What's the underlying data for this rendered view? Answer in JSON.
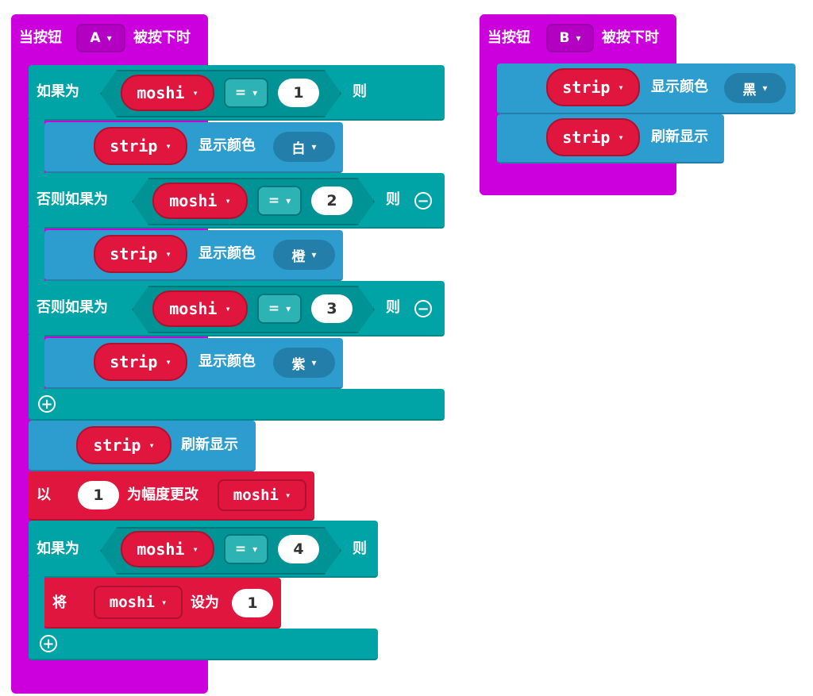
{
  "eventA": {
    "label_prefix": "当按钮",
    "button": "A",
    "label_suffix": "被按下时"
  },
  "eventB": {
    "label_prefix": "当按钮",
    "button": "B",
    "label_suffix": "被按下时"
  },
  "kw": {
    "if": "如果为",
    "then": "则",
    "elseif": "否则如果为",
    "show_color": "显示颜色",
    "refresh": "刷新显示",
    "change_by": "以",
    "change_mid": "为幅度更改",
    "set": "将",
    "set_to": "设为",
    "eq": "="
  },
  "vars": {
    "moshi": "moshi",
    "strip": "strip"
  },
  "values": {
    "v1": "1",
    "v2": "2",
    "v3": "3",
    "v4": "4",
    "change_amount": "1",
    "set_value": "1"
  },
  "colors": {
    "white": "白",
    "orange": "橙",
    "purple": "紫",
    "black": "黑"
  },
  "caret": "▾",
  "icons": {
    "remove": "−",
    "add": "+"
  }
}
